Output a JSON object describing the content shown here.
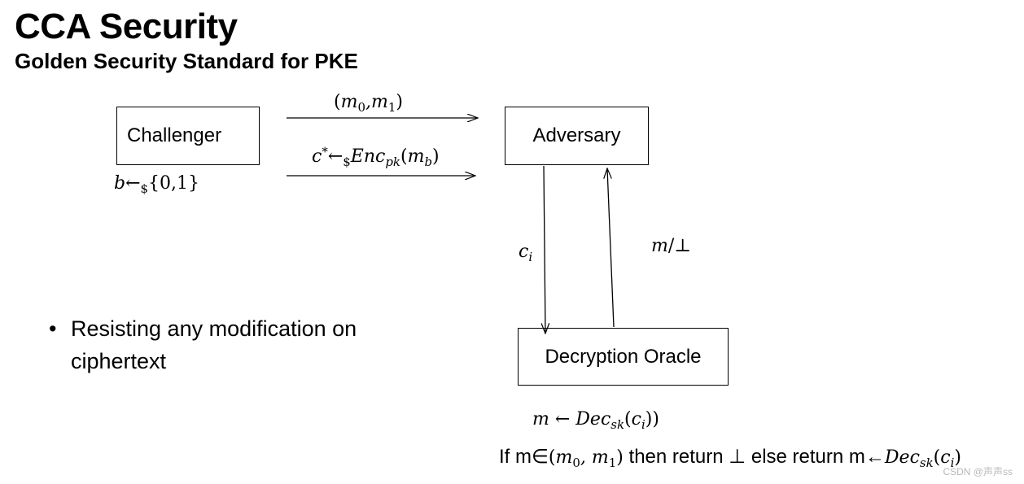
{
  "title": "CCA Security",
  "subtitle": "Golden Security Standard for PKE",
  "entities": {
    "challenger": "Challenger",
    "adversary": "Adversary",
    "oracle": "Decryption Oracle"
  },
  "bullet": {
    "line1": "Resisting any modification on",
    "line2": "ciphertext"
  },
  "condition": {
    "if": "If m",
    "then": " then return ⊥  else return m←"
  },
  "watermark": "CSDN @声声ss"
}
